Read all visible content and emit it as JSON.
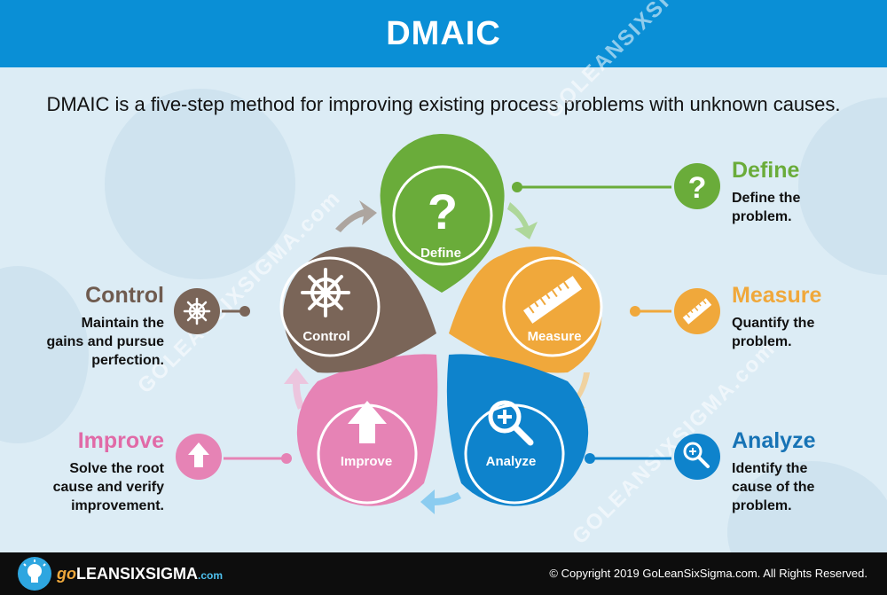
{
  "header": {
    "title": "DMAIC"
  },
  "subtitle": "DMAIC is a five-step method for improving existing process problems with unknown causes.",
  "steps": {
    "define": {
      "label": "Define",
      "title": "Define",
      "desc": [
        "Define the",
        "problem."
      ],
      "color": "#6aac3a"
    },
    "measure": {
      "label": "Measure",
      "title": "Measure",
      "desc": [
        "Quantify the",
        "problem."
      ],
      "color": "#f0a83b"
    },
    "analyze": {
      "label": "Analyze",
      "title": "Analyze",
      "desc": [
        "Identify the",
        "cause of the",
        "problem."
      ],
      "color": "#0e83cc"
    },
    "improve": {
      "label": "Improve",
      "title": "Improve",
      "desc": [
        "Solve the root",
        "cause and verify",
        "improvement."
      ],
      "color": "#e683b5"
    },
    "control": {
      "label": "Control",
      "title": "Control",
      "desc": [
        "Maintain the",
        "gains and pursue",
        "perfection."
      ],
      "color": "#7a6558"
    }
  },
  "icons": {
    "define": "question-mark-icon",
    "measure": "ruler-icon",
    "analyze": "magnifier-plus-icon",
    "improve": "up-arrow-icon",
    "control": "ship-wheel-icon"
  },
  "watermark": "GOLEANSIXSIGMA.com",
  "footer": {
    "logo_go": "go",
    "logo_name": "LEANSIXSIGMA",
    "logo_com": ".com",
    "copyright": "© Copyright 2019 GoLeanSixSigma.com. All Rights Reserved."
  }
}
